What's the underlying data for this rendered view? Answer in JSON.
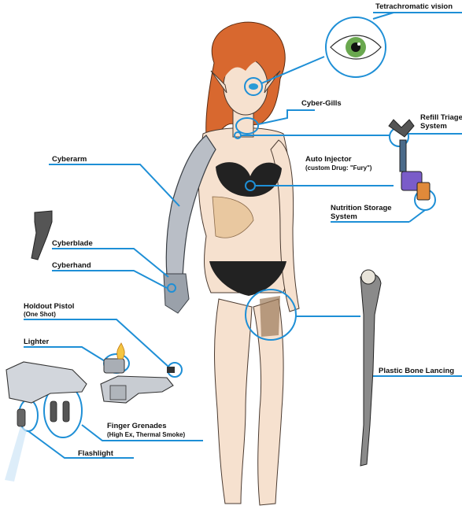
{
  "colors": {
    "callout_line": "#1e8fd6",
    "skin": "#f6e1cf",
    "hair": "#d8682f",
    "bikini": "#222222",
    "cyber_metal": "#b9bec6",
    "bone": "#6b6b6b"
  },
  "labels": {
    "tetrachromatic_vision": "Tetrachromatic vision",
    "cyber_gills": "Cyber-Gills",
    "refill_triage": "Refill Triage",
    "refill_triage_2": "System",
    "cyberarm": "Cyberarm",
    "auto_injector": "Auto Injector",
    "auto_injector_sub": "(custom Drug: \"Fury\")",
    "nutrition_storage": "Nutrition Storage",
    "nutrition_storage_2": "System",
    "cyberblade": "Cyberblade",
    "cyberhand": "Cyberhand",
    "holdout_pistol": "Holdout Pistol",
    "holdout_pistol_sub": "(One Shot)",
    "lighter": "Lighter",
    "plastic_bone_lancing": "Plastic Bone Lancing",
    "finger_grenades": "Finger Grenades",
    "finger_grenades_sub": "(High Ex, Thermal Smoke)",
    "flashlight": "Flashlight"
  },
  "icons": {
    "eye": "eye-closeup-icon",
    "blade": "cyberblade-icon",
    "lighter": "lighter-flame-icon",
    "pistol_hand": "pistol-hand-icon",
    "grenade_hand": "finger-grenade-hand-icon",
    "bone": "plastic-bone-icon",
    "injector": "auto-injector-device-icon"
  }
}
